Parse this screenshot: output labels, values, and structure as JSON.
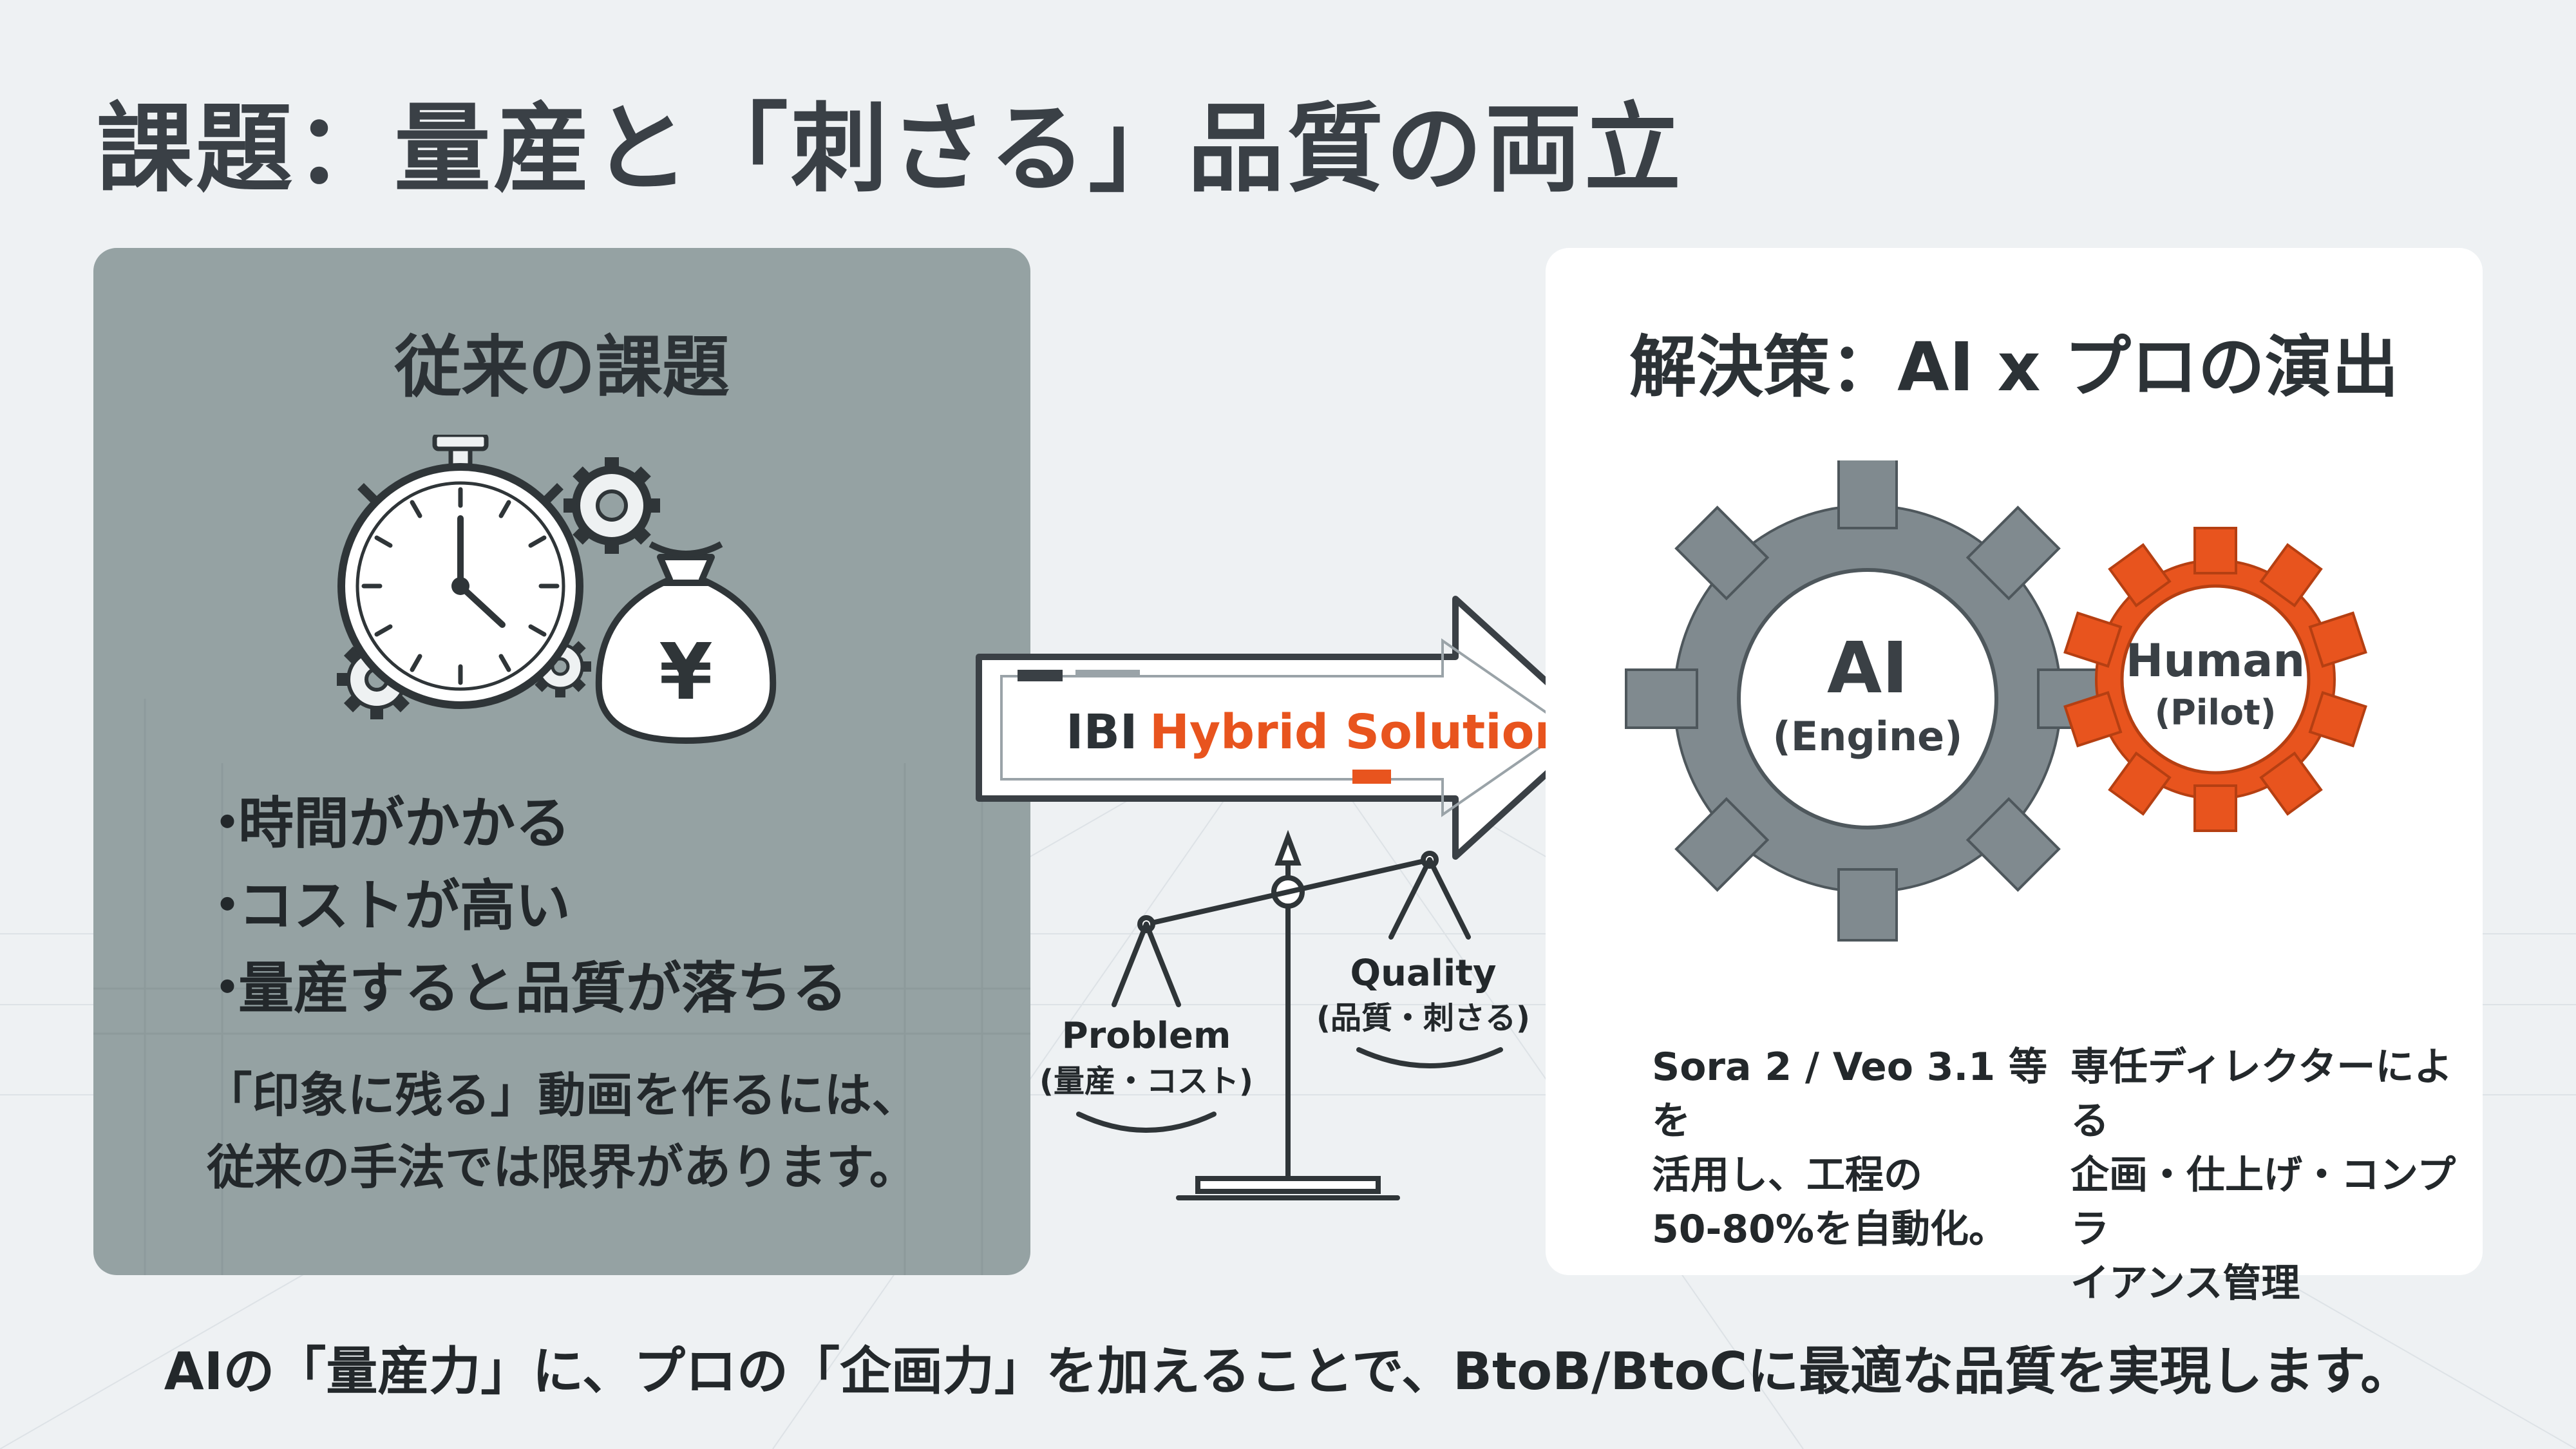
{
  "title": "課題：量産と「刺さる」品質の両立",
  "left_panel": {
    "heading": "従来の課題",
    "bullets": [
      "時間がかかる",
      "コストが高い",
      "量産すると品質が落ちる"
    ],
    "bullet_marker": "・",
    "note_line1": "「印象に残る」動画を作るには、",
    "note_line2": "従来の手法では限界があります。",
    "yen_symbol": "¥"
  },
  "center": {
    "arrow_prefix": "IBI",
    "arrow_label": "Hybrid Solution",
    "problem_label": "Problem",
    "problem_sub": "(量産・コスト)",
    "quality_label": "Quality",
    "quality_sub": "(品質・刺さる)"
  },
  "right_panel": {
    "heading": "解決策：AI x プロの演出",
    "ai_gear_title": "AI",
    "ai_gear_sub": "(Engine)",
    "human_gear_title": "Human",
    "human_gear_sub": "(Pilot)",
    "ai_desc": "Sora 2 / Veo 3.1 等を\n活用し、工程の\n50-80%を自動化。",
    "human_desc": "専任ディレクターによる\n企画・仕上げ・コンプラ\nイアンス管理"
  },
  "footer": "AIの「量産力」に、プロの「企画力」を加えることで、BtoB/BtoCに最適な品質を実現します。",
  "colors": {
    "accent": "#e8541e",
    "gear_gray": "#808a8f",
    "left_panel_bg": "#95a2a3",
    "right_panel_bg": "#ffffff",
    "page_bg": "#eef1f3"
  }
}
